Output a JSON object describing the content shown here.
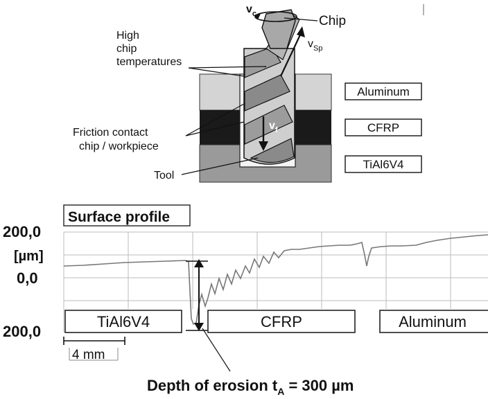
{
  "diagram": {
    "labels": {
      "vc": "v",
      "vc_sub": "c",
      "chip": "Chip",
      "high_chip_lines": [
        "High",
        "chip",
        "temperatures"
      ],
      "vsp": "v",
      "vsp_sub": "Sp",
      "vf": "v",
      "vf_sub": "f",
      "friction_lines": [
        "Friction contact",
        "chip / workpiece"
      ],
      "tool": "Tool"
    },
    "layers": [
      {
        "name": "Aluminum",
        "fill": "#d4d4d4"
      },
      {
        "name": "CFRP",
        "fill": "#1a1a1a"
      },
      {
        "name": "TiAl6V4",
        "fill": "#9a9a9a"
      }
    ]
  },
  "profile": {
    "box_label": "Surface profile",
    "y_ticks": [
      "200,0",
      "0,0",
      "200,0"
    ],
    "unit": "[µm]",
    "scale_label": "4 mm",
    "materials": [
      "TiAl6V4",
      "CFRP",
      "Aluminum"
    ],
    "caption_prefix": "Depth of erosion t",
    "caption_sub": "A",
    "caption_suffix": " = 300 µm",
    "line_color": "#777777"
  }
}
